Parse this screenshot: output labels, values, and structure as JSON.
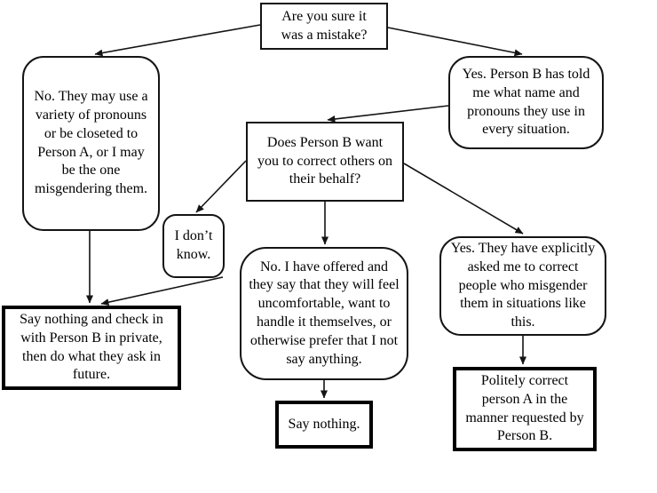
{
  "diagram": {
    "type": "flowchart",
    "background_color": "#ffffff",
    "line_color": "#141414",
    "text_color": "#000000",
    "nodes": {
      "root": {
        "text": "Are you sure it was a mistake?"
      },
      "no_branch": {
        "text": "No. They may use a variety of pronouns or be closeted to Person A, or I may be the one misgendering them."
      },
      "yes_branch": {
        "text": "Yes. Person B has told me what name and pronouns they use in every situation."
      },
      "does_q": {
        "text": "Does Person B want you to correct others on their behalf?"
      },
      "idk": {
        "text": "I don’t know."
      },
      "no_offered": {
        "text": "No. I have offered and they say that they will feel uncomfortable, want to handle it themselves, or otherwise prefer that I not say anything."
      },
      "yes_explicit": {
        "text": "Yes. They have explicitly asked me to correct people who misgender them in situations like this."
      },
      "say_check": {
        "text": "Say nothing and check in with Person B in private, then do what they ask in future."
      },
      "say_nothing": {
        "text": "Say nothing."
      },
      "politely": {
        "text": "Politely correct person A in the manner requested by Person B."
      }
    },
    "edges": [
      {
        "from": "root",
        "to": "no_branch"
      },
      {
        "from": "root",
        "to": "yes_branch"
      },
      {
        "from": "yes_branch",
        "to": "does_q"
      },
      {
        "from": "does_q",
        "to": "idk"
      },
      {
        "from": "does_q",
        "to": "no_offered"
      },
      {
        "from": "does_q",
        "to": "yes_explicit"
      },
      {
        "from": "no_branch",
        "to": "say_check"
      },
      {
        "from": "idk",
        "to": "say_check"
      },
      {
        "from": "no_offered",
        "to": "say_nothing"
      },
      {
        "from": "yes_explicit",
        "to": "politely"
      }
    ]
  }
}
